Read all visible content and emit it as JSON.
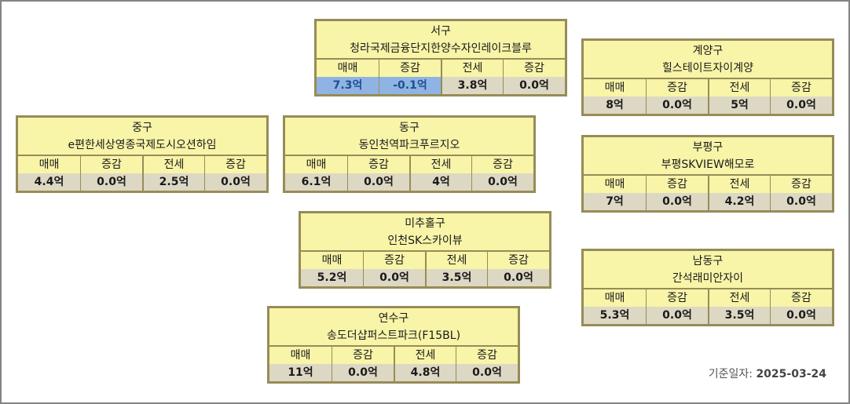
{
  "labels": {
    "sale": "매매",
    "change": "증감",
    "jeonse": "전세"
  },
  "cards": [
    {
      "district": "서구",
      "apt": "청라국제금융단지한양수자인레이크블루",
      "sale": "7.3억",
      "sale_change": "-0.1억",
      "jeonse": "3.8억",
      "jeonse_change": "0.0억",
      "sale_highlight": true
    },
    {
      "district": "계양구",
      "apt": "힐스테이트자이계양",
      "sale": "8억",
      "sale_change": "0.0억",
      "jeonse": "5억",
      "jeonse_change": "0.0억"
    },
    {
      "district": "중구",
      "apt": "e편한세상영종국제도시오션하임",
      "sale": "4.4억",
      "sale_change": "0.0억",
      "jeonse": "2.5억",
      "jeonse_change": "0.0억"
    },
    {
      "district": "동구",
      "apt": "동인천역파크푸르지오",
      "sale": "6.1억",
      "sale_change": "0.0억",
      "jeonse": "4억",
      "jeonse_change": "0.0억"
    },
    {
      "district": "부평구",
      "apt": "부평SKVIEW해모로",
      "sale": "7억",
      "sale_change": "0.0억",
      "jeonse": "4.2억",
      "jeonse_change": "0.0억"
    },
    {
      "district": "미추홀구",
      "apt": "인천SK스카이뷰",
      "sale": "5.2억",
      "sale_change": "0.0억",
      "jeonse": "3.5억",
      "jeonse_change": "0.0억"
    },
    {
      "district": "남동구",
      "apt": "간석래미안자이",
      "sale": "5.3억",
      "sale_change": "0.0억",
      "jeonse": "3.5억",
      "jeonse_change": "0.0억"
    },
    {
      "district": "연수구",
      "apt": "송도더샵퍼스트파크(F15BL)",
      "sale": "11억",
      "sale_change": "0.0억",
      "jeonse": "4.8억",
      "jeonse_change": "0.0억"
    }
  ],
  "footer": {
    "date_label": "기준일자:",
    "date_value": "2025-03-24"
  },
  "colors": {
    "card_bg": "#f8f4a8",
    "border": "#978c58",
    "value_bg": "#ddd8c4",
    "highlight_bg": "#8fb4e3"
  }
}
